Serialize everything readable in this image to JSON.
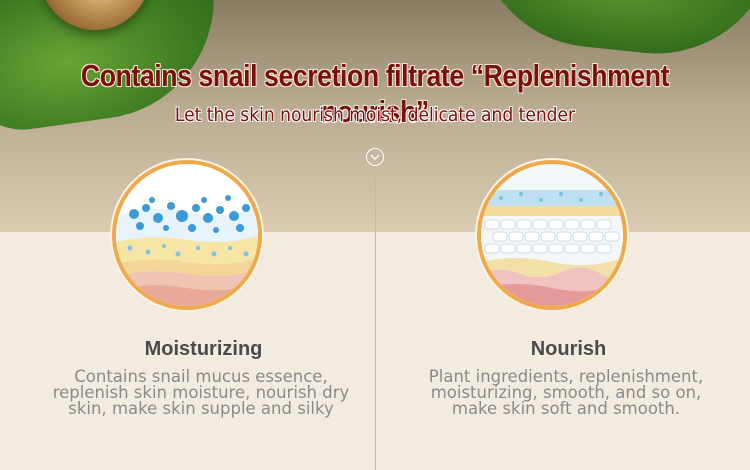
{
  "banner": {
    "title": "Contains snail secretion filtrate “Replenishment nourish”",
    "subtitle": "Let the skin nourish moist, delicate and tender"
  },
  "features": [
    {
      "label": "Moisturizing",
      "description": "Contains snail mucus essence, replenish skin moisture, nourish dry skin, make skin supple and silky"
    },
    {
      "label": "Nourish",
      "description": "Plant ingredients, replenishment, moisturizing, smooth, and so on, make skin soft and smooth."
    }
  ],
  "colors": {
    "title": "#7b0e0e",
    "circle_border": "#f0a84c",
    "label": "#4a4a4a",
    "description": "#8a8a8a"
  }
}
